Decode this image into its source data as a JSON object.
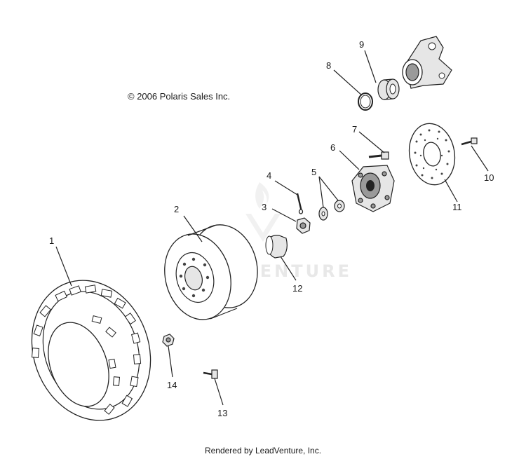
{
  "copyright": "© 2006 Polaris Sales Inc.",
  "footer": "Rendered by LeadVenture, Inc.",
  "watermark": "LEADVENTURE",
  "callouts": [
    "1",
    "2",
    "3",
    "4",
    "5",
    "6",
    "7",
    "8",
    "9",
    "10",
    "11",
    "12",
    "13",
    "14"
  ]
}
